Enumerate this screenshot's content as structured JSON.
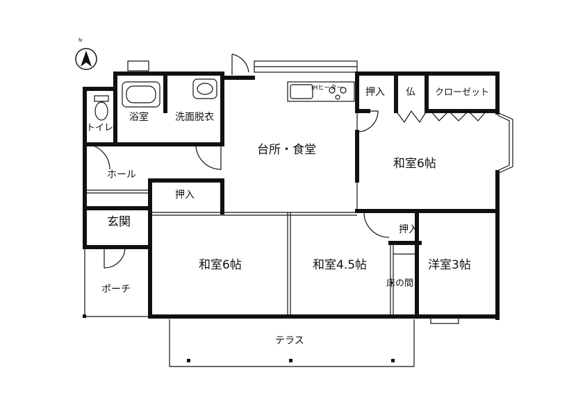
{
  "compass": {
    "north_label": "N",
    "icon": "north-arrow-icon"
  },
  "rooms": {
    "toilet": "トイレ",
    "bath": "浴室",
    "washroom": "洗面脱衣",
    "kitchen_dining": "台所・食堂",
    "hall": "ホール",
    "storage_hall": "押入",
    "entrance": "玄関",
    "porch": "ポーチ",
    "washitsu6_east": "和室6帖",
    "storage_ne": "押入",
    "butsudan": "仏",
    "closet": "クローゼット",
    "washitsu6_south": "和室6帖",
    "washitsu45": "和室4.5帖",
    "storage_se": "押入",
    "tokonoma": "床の間",
    "yoshitsu3": "洋室3帖",
    "terrace": "テラス"
  },
  "fixtures": {
    "ih_heater": "IHヒーター"
  },
  "colors": {
    "wall": "#111111",
    "background": "#ffffff",
    "fixture": "#333333"
  }
}
